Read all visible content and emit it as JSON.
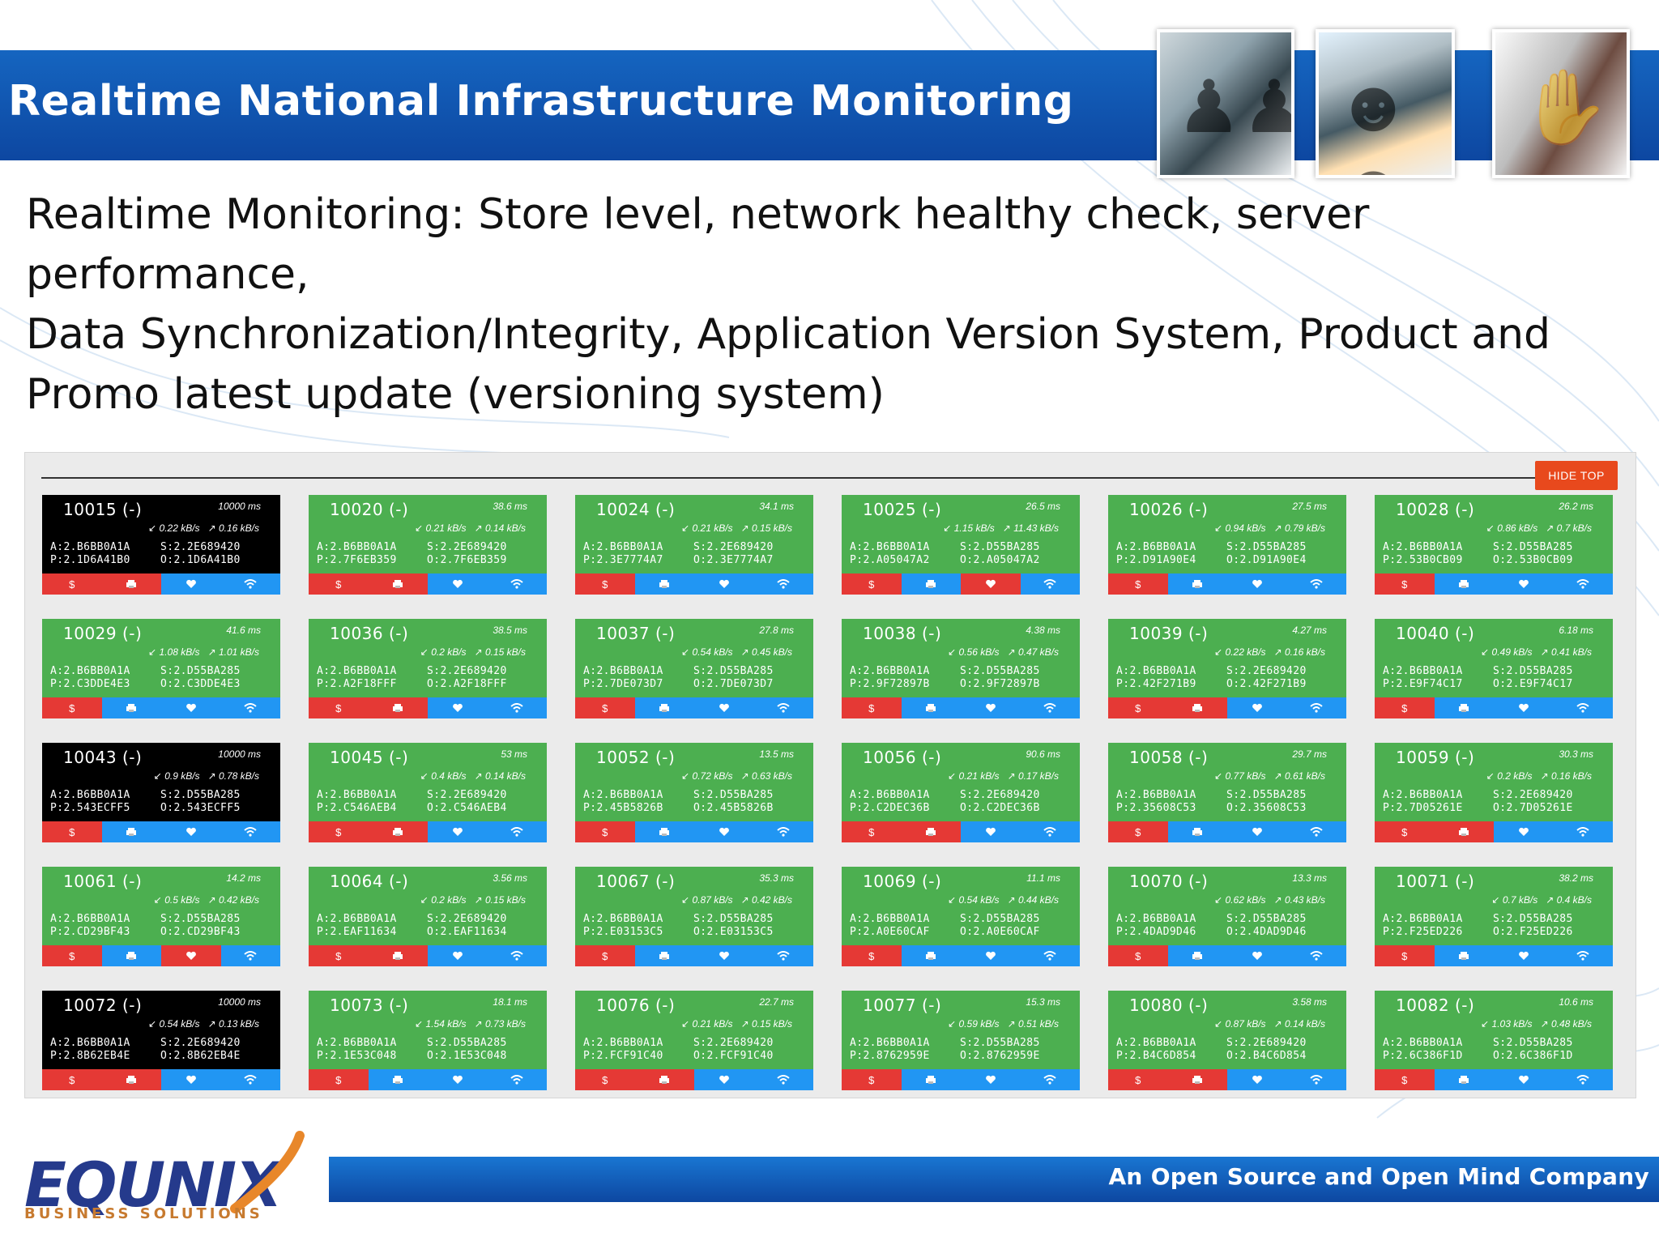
{
  "header": {
    "title": "Realtime National Infrastructure Monitoring"
  },
  "description": {
    "line1": "Realtime Monitoring: Store level, network healthy check, server performance,",
    "line2": "Data Synchronization/Integrity, Application Version System, Product and",
    "line3": "Promo latest update (versioning system)"
  },
  "dashboard": {
    "hide_top_label": "HIDE TOP",
    "tiles": [
      {
        "id": "10015 (-)",
        "ms": "10000 ms",
        "down": "0.22 kB/s",
        "up": "0.16 kB/s",
        "a": "A:2.B6BB0A1A",
        "s": "S:2.2E689420",
        "p": "P:2.1D6A41B0",
        "o": "O:2.1D6A41B0",
        "status": "down",
        "bar": [
          "red",
          "red",
          "blue",
          "blue"
        ]
      },
      {
        "id": "10020 (-)",
        "ms": "38.6 ms",
        "down": "0.21 kB/s",
        "up": "0.14 kB/s",
        "a": "A:2.B6BB0A1A",
        "s": "S:2.2E689420",
        "p": "P:2.7F6EB359",
        "o": "O:2.7F6EB359",
        "status": "ok",
        "bar": [
          "red",
          "red",
          "blue",
          "blue"
        ]
      },
      {
        "id": "10024 (-)",
        "ms": "34.1 ms",
        "down": "0.21 kB/s",
        "up": "0.15 kB/s",
        "a": "A:2.B6BB0A1A",
        "s": "S:2.2E689420",
        "p": "P:2.3E7774A7",
        "o": "O:2.3E7774A7",
        "status": "ok",
        "bar": [
          "red",
          "blue",
          "blue",
          "blue"
        ]
      },
      {
        "id": "10025 (-)",
        "ms": "26.5 ms",
        "down": "1.15 kB/s",
        "up": "11.43 kB/s",
        "a": "A:2.B6BB0A1A",
        "s": "S:2.D55BA285",
        "p": "P:2.A05047A2",
        "o": "O:2.A05047A2",
        "status": "ok",
        "bar": [
          "red",
          "blue",
          "red",
          "blue"
        ]
      },
      {
        "id": "10026 (-)",
        "ms": "27.5 ms",
        "down": "0.94 kB/s",
        "up": "0.79 kB/s",
        "a": "A:2.B6BB0A1A",
        "s": "S:2.D55BA285",
        "p": "P:2.D91A90E4",
        "o": "O:2.D91A90E4",
        "status": "ok",
        "bar": [
          "red",
          "blue",
          "blue",
          "blue"
        ]
      },
      {
        "id": "10028 (-)",
        "ms": "26.2 ms",
        "down": "0.86 kB/s",
        "up": "0.7 kB/s",
        "a": "A:2.B6BB0A1A",
        "s": "S:2.D55BA285",
        "p": "P:2.53B0CB09",
        "o": "O:2.53B0CB09",
        "status": "ok",
        "bar": [
          "red",
          "blue",
          "blue",
          "blue"
        ]
      },
      {
        "id": "10029 (-)",
        "ms": "41.6 ms",
        "down": "1.08 kB/s",
        "up": "1.01 kB/s",
        "a": "A:2.B6BB0A1A",
        "s": "S:2.D55BA285",
        "p": "P:2.C3DDE4E3",
        "o": "O:2.C3DDE4E3",
        "status": "ok",
        "bar": [
          "red",
          "blue",
          "blue",
          "blue"
        ]
      },
      {
        "id": "10036 (-)",
        "ms": "38.5 ms",
        "down": "0.2 kB/s",
        "up": "0.15 kB/s",
        "a": "A:2.B6BB0A1A",
        "s": "S:2.2E689420",
        "p": "P:2.A2F18FFF",
        "o": "O:2.A2F18FFF",
        "status": "ok",
        "bar": [
          "red",
          "red",
          "blue",
          "blue"
        ]
      },
      {
        "id": "10037 (-)",
        "ms": "27.8 ms",
        "down": "0.54 kB/s",
        "up": "0.45 kB/s",
        "a": "A:2.B6BB0A1A",
        "s": "S:2.D55BA285",
        "p": "P:2.7DE073D7",
        "o": "O:2.7DE073D7",
        "status": "ok",
        "bar": [
          "red",
          "blue",
          "blue",
          "blue"
        ]
      },
      {
        "id": "10038 (-)",
        "ms": "4.38 ms",
        "down": "0.56 kB/s",
        "up": "0.47 kB/s",
        "a": "A:2.B6BB0A1A",
        "s": "S:2.D55BA285",
        "p": "P:2.9F72897B",
        "o": "O:2.9F72897B",
        "status": "ok",
        "bar": [
          "red",
          "blue",
          "blue",
          "blue"
        ]
      },
      {
        "id": "10039 (-)",
        "ms": "4.27 ms",
        "down": "0.22 kB/s",
        "up": "0.16 kB/s",
        "a": "A:2.B6BB0A1A",
        "s": "S:2.2E689420",
        "p": "P:2.42F271B9",
        "o": "O:2.42F271B9",
        "status": "ok",
        "bar": [
          "red",
          "red",
          "blue",
          "blue"
        ]
      },
      {
        "id": "10040 (-)",
        "ms": "6.18 ms",
        "down": "0.49 kB/s",
        "up": "0.41 kB/s",
        "a": "A:2.B6BB0A1A",
        "s": "S:2.D55BA285",
        "p": "P:2.E9F74C17",
        "o": "O:2.E9F74C17",
        "status": "ok",
        "bar": [
          "red",
          "blue",
          "blue",
          "blue"
        ]
      },
      {
        "id": "10043 (-)",
        "ms": "10000 ms",
        "down": "0.9 kB/s",
        "up": "0.78 kB/s",
        "a": "A:2.B6BB0A1A",
        "s": "S:2.D55BA285",
        "p": "P:2.543ECFF5",
        "o": "O:2.543ECFF5",
        "status": "down",
        "bar": [
          "red",
          "blue",
          "blue",
          "blue"
        ]
      },
      {
        "id": "10045 (-)",
        "ms": "53 ms",
        "down": "0.4 kB/s",
        "up": "0.14 kB/s",
        "a": "A:2.B6BB0A1A",
        "s": "S:2.2E689420",
        "p": "P:2.C546AEB4",
        "o": "O:2.C546AEB4",
        "status": "ok",
        "bar": [
          "red",
          "red",
          "blue",
          "blue"
        ]
      },
      {
        "id": "10052 (-)",
        "ms": "13.5 ms",
        "down": "0.72 kB/s",
        "up": "0.63 kB/s",
        "a": "A:2.B6BB0A1A",
        "s": "S:2.D55BA285",
        "p": "P:2.45B5826B",
        "o": "O:2.45B5826B",
        "status": "ok",
        "bar": [
          "red",
          "blue",
          "blue",
          "blue"
        ]
      },
      {
        "id": "10056 (-)",
        "ms": "90.6 ms",
        "down": "0.21 kB/s",
        "up": "0.17 kB/s",
        "a": "A:2.B6BB0A1A",
        "s": "S:2.2E689420",
        "p": "P:2.C2DEC36B",
        "o": "O:2.C2DEC36B",
        "status": "ok",
        "bar": [
          "red",
          "red",
          "blue",
          "blue"
        ]
      },
      {
        "id": "10058 (-)",
        "ms": "29.7 ms",
        "down": "0.77 kB/s",
        "up": "0.61 kB/s",
        "a": "A:2.B6BB0A1A",
        "s": "S:2.D55BA285",
        "p": "P:2.35608C53",
        "o": "O:2.35608C53",
        "status": "ok",
        "bar": [
          "red",
          "blue",
          "blue",
          "blue"
        ]
      },
      {
        "id": "10059 (-)",
        "ms": "30.3 ms",
        "down": "0.2 kB/s",
        "up": "0.16 kB/s",
        "a": "A:2.B6BB0A1A",
        "s": "S:2.2E689420",
        "p": "P:2.7D05261E",
        "o": "O:2.7D05261E",
        "status": "ok",
        "bar": [
          "red",
          "red",
          "blue",
          "blue"
        ]
      },
      {
        "id": "10061 (-)",
        "ms": "14.2 ms",
        "down": "0.5 kB/s",
        "up": "0.42 kB/s",
        "a": "A:2.B6BB0A1A",
        "s": "S:2.D55BA285",
        "p": "P:2.CD29BF43",
        "o": "O:2.CD29BF43",
        "status": "ok",
        "bar": [
          "red",
          "blue",
          "red",
          "blue"
        ]
      },
      {
        "id": "10064 (-)",
        "ms": "3.56 ms",
        "down": "0.2 kB/s",
        "up": "0.15 kB/s",
        "a": "A:2.B6BB0A1A",
        "s": "S:2.2E689420",
        "p": "P:2.EAF11634",
        "o": "O:2.EAF11634",
        "status": "ok",
        "bar": [
          "red",
          "red",
          "blue",
          "blue"
        ]
      },
      {
        "id": "10067 (-)",
        "ms": "35.3 ms",
        "down": "0.87 kB/s",
        "up": "0.42 kB/s",
        "a": "A:2.B6BB0A1A",
        "s": "S:2.D55BA285",
        "p": "P:2.E03153C5",
        "o": "O:2.E03153C5",
        "status": "ok",
        "bar": [
          "red",
          "blue",
          "blue",
          "blue"
        ]
      },
      {
        "id": "10069 (-)",
        "ms": "11.1 ms",
        "down": "0.54 kB/s",
        "up": "0.44 kB/s",
        "a": "A:2.B6BB0A1A",
        "s": "S:2.D55BA285",
        "p": "P:2.A0E60CAF",
        "o": "O:2.A0E60CAF",
        "status": "ok",
        "bar": [
          "red",
          "blue",
          "blue",
          "blue"
        ]
      },
      {
        "id": "10070 (-)",
        "ms": "13.3 ms",
        "down": "0.62 kB/s",
        "up": "0.43 kB/s",
        "a": "A:2.B6BB0A1A",
        "s": "S:2.D55BA285",
        "p": "P:2.4DAD9D46",
        "o": "O:2.4DAD9D46",
        "status": "ok",
        "bar": [
          "red",
          "blue",
          "blue",
          "blue"
        ]
      },
      {
        "id": "10071 (-)",
        "ms": "38.2 ms",
        "down": "0.7 kB/s",
        "up": "0.4 kB/s",
        "a": "A:2.B6BB0A1A",
        "s": "S:2.D55BA285",
        "p": "P:2.F25ED226",
        "o": "O:2.F25ED226",
        "status": "ok",
        "bar": [
          "red",
          "blue",
          "blue",
          "blue"
        ]
      },
      {
        "id": "10072 (-)",
        "ms": "10000 ms",
        "down": "0.54 kB/s",
        "up": "0.13 kB/s",
        "a": "A:2.B6BB0A1A",
        "s": "S:2.2E689420",
        "p": "P:2.8B62EB4E",
        "o": "O:2.8B62EB4E",
        "status": "down",
        "bar": [
          "red",
          "red",
          "blue",
          "blue"
        ]
      },
      {
        "id": "10073 (-)",
        "ms": "18.1 ms",
        "down": "1.54 kB/s",
        "up": "0.73 kB/s",
        "a": "A:2.B6BB0A1A",
        "s": "S:2.D55BA285",
        "p": "P:2.1E53C048",
        "o": "O:2.1E53C048",
        "status": "ok",
        "bar": [
          "red",
          "blue",
          "blue",
          "blue"
        ]
      },
      {
        "id": "10076 (-)",
        "ms": "22.7 ms",
        "down": "0.21 kB/s",
        "up": "0.15 kB/s",
        "a": "A:2.B6BB0A1A",
        "s": "S:2.2E689420",
        "p": "P:2.FCF91C40",
        "o": "O:2.FCF91C40",
        "status": "ok",
        "bar": [
          "red",
          "red",
          "blue",
          "blue"
        ]
      },
      {
        "id": "10077 (-)",
        "ms": "15.3 ms",
        "down": "0.59 kB/s",
        "up": "0.51 kB/s",
        "a": "A:2.B6BB0A1A",
        "s": "S:2.D55BA285",
        "p": "P:2.8762959E",
        "o": "O:2.8762959E",
        "status": "ok",
        "bar": [
          "red",
          "blue",
          "blue",
          "blue"
        ]
      },
      {
        "id": "10080 (-)",
        "ms": "3.58 ms",
        "down": "0.87 kB/s",
        "up": "0.14 kB/s",
        "a": "A:2.B6BB0A1A",
        "s": "S:2.2E689420",
        "p": "P:2.B4C6D854",
        "o": "O:2.B4C6D854",
        "status": "ok",
        "bar": [
          "red",
          "red",
          "blue",
          "blue"
        ]
      },
      {
        "id": "10082 (-)",
        "ms": "10.6 ms",
        "down": "1.03 kB/s",
        "up": "0.48 kB/s",
        "a": "A:2.B6BB0A1A",
        "s": "S:2.D55BA285",
        "p": "P:2.6C386F1D",
        "o": "O:2.6C386F1D",
        "status": "ok",
        "bar": [
          "red",
          "blue",
          "blue",
          "blue"
        ]
      }
    ],
    "tile_bar_icons": [
      "dollar-icon",
      "printer-icon",
      "heart-icon",
      "wifi-icon"
    ],
    "dollar_glyph": "$"
  },
  "footer": {
    "tagline": "An Open Source and Open Mind Company",
    "logo_word": "EQUNIX",
    "logo_sub": "BUSINESS SOLUTIONS"
  },
  "colors": {
    "header_blue": "#1565c0",
    "tile_ok": "#4caf50",
    "tile_down": "#000000",
    "bar_red": "#e53935",
    "bar_blue": "#2196f3",
    "hide_top": "#e8491d",
    "logo_blue": "#253a8c",
    "logo_orange": "#c77a2f"
  }
}
